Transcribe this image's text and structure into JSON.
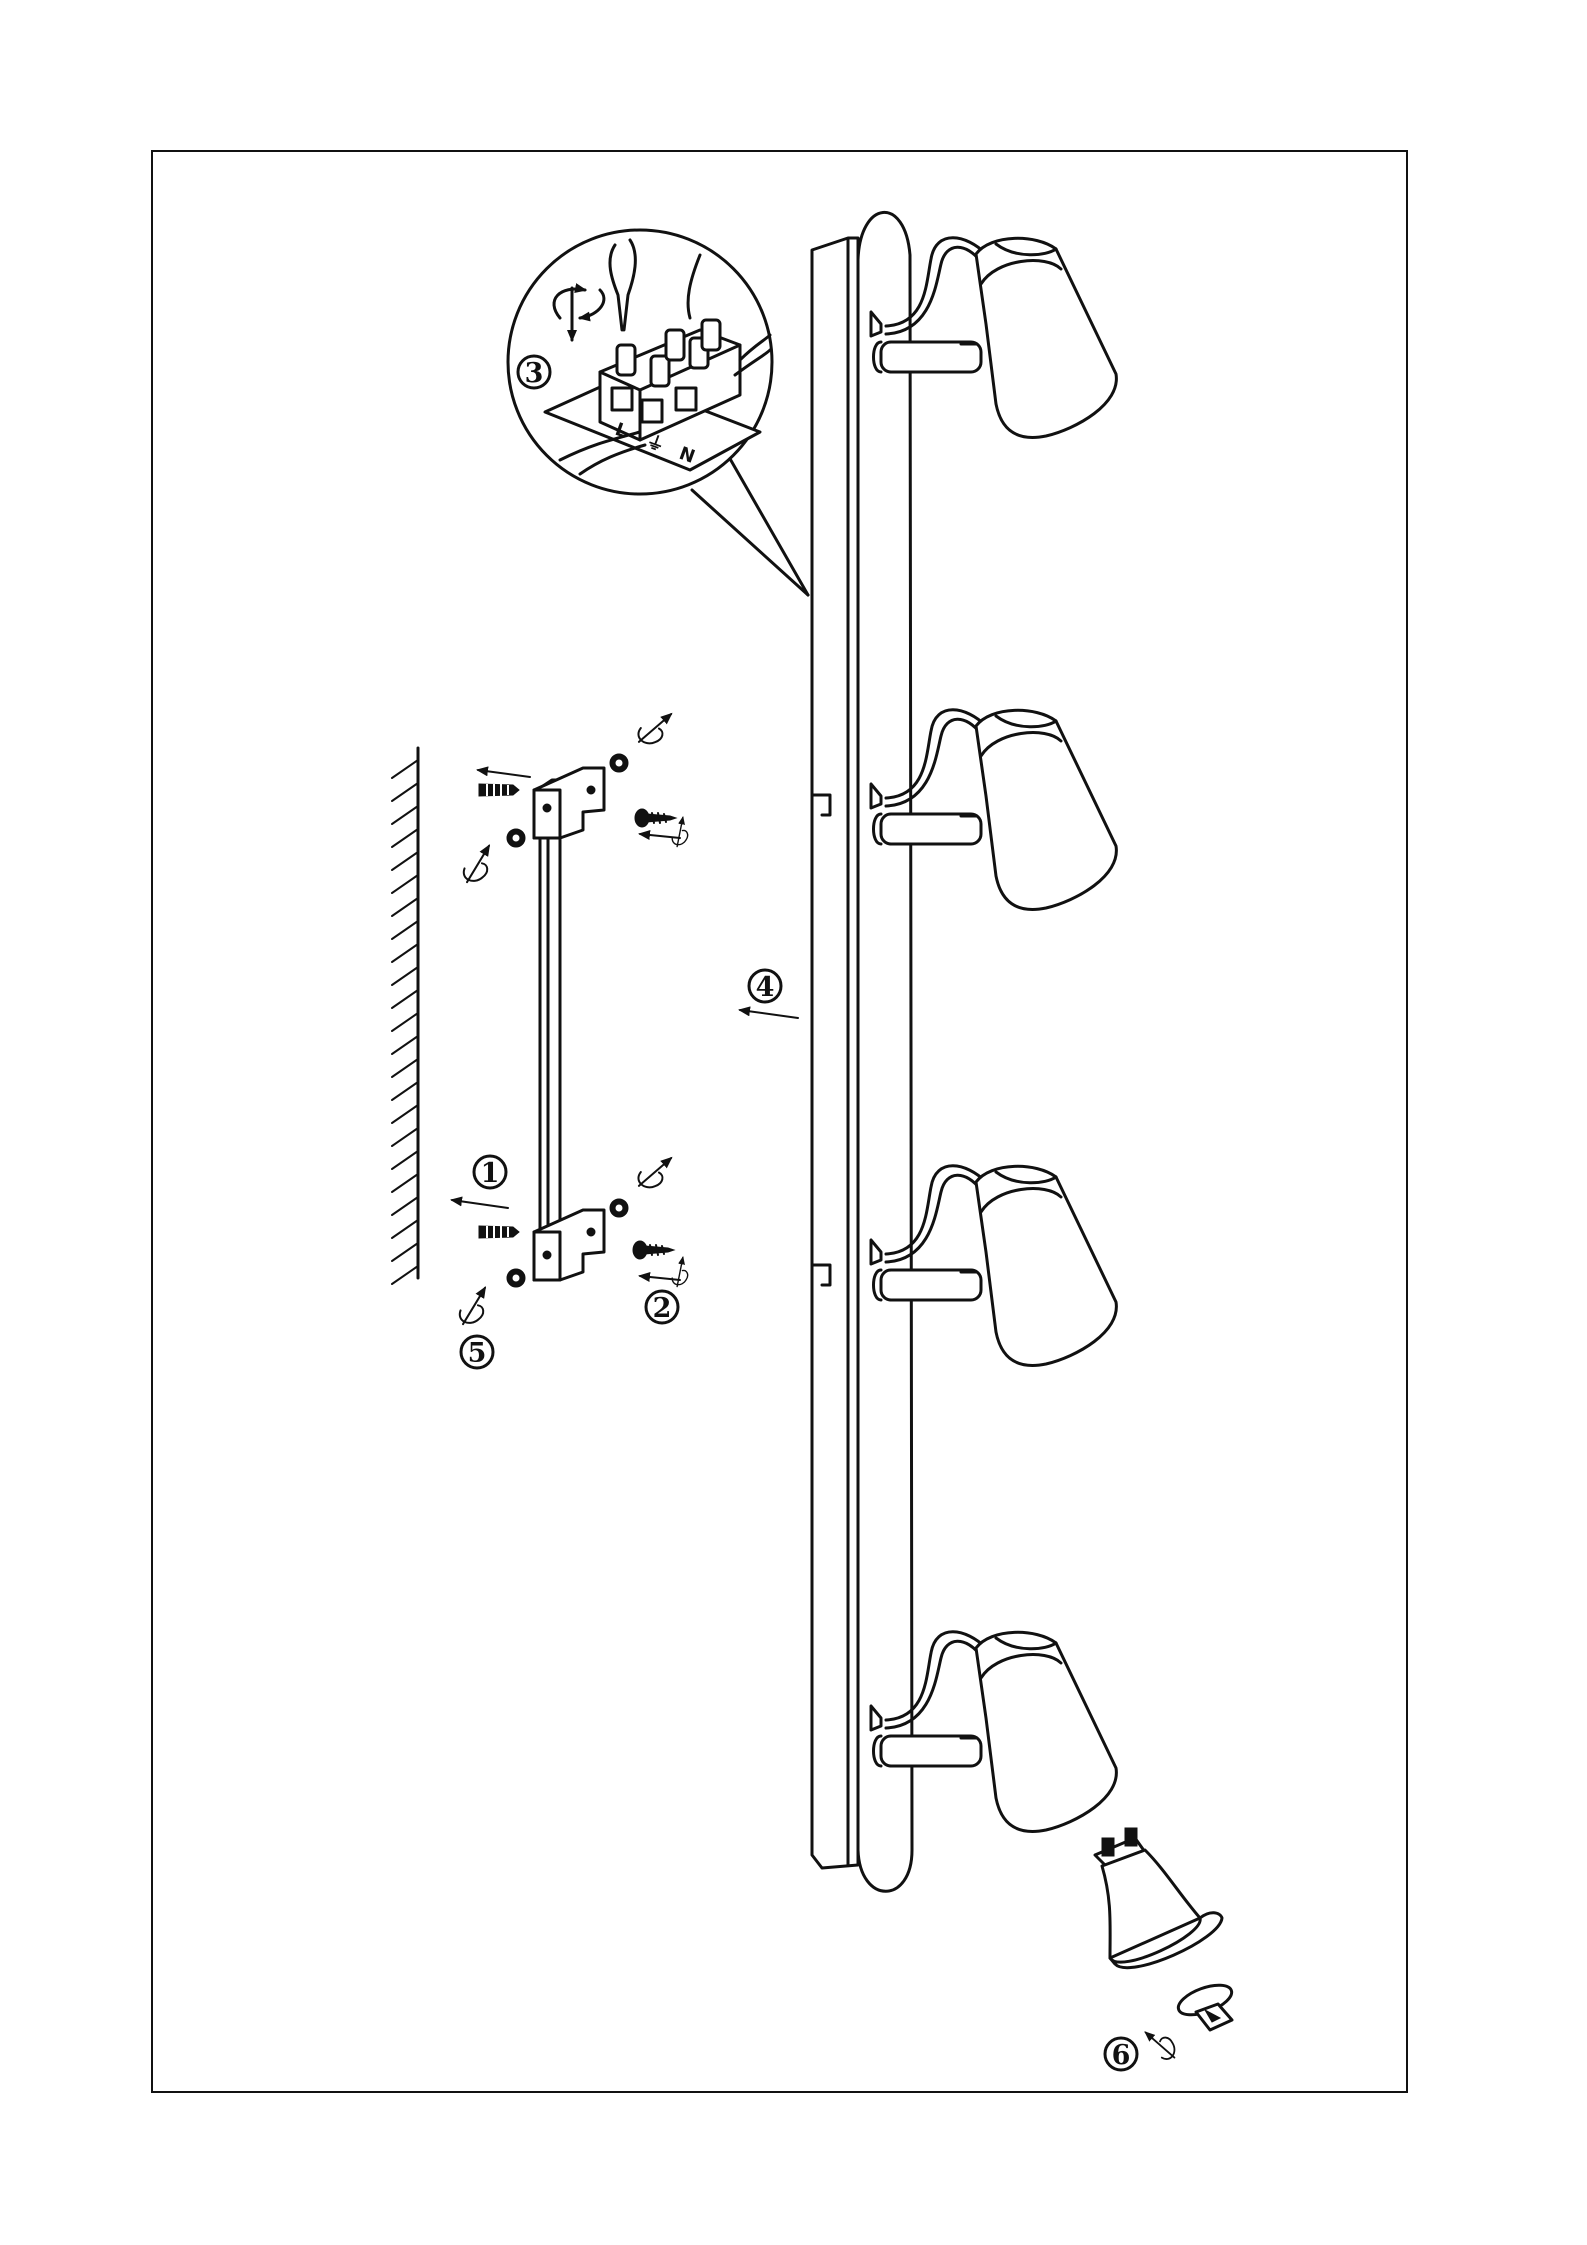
{
  "steps": [
    {
      "id": "1",
      "label": "①"
    },
    {
      "id": "2",
      "label": "②"
    },
    {
      "id": "3",
      "label": "③"
    },
    {
      "id": "4",
      "label": "④"
    },
    {
      "id": "5",
      "label": "⑤"
    },
    {
      "id": "6",
      "label": "⑥"
    }
  ],
  "terminal_block": {
    "marks": [
      "L",
      "⏚",
      "N"
    ]
  },
  "icons": {
    "arrow": "arrow-icon",
    "rotate": "rotate-icon",
    "screw": "screw-icon",
    "wall-plug": "wall-plug-icon",
    "spotlight": "spotlight-icon",
    "gu10-bulb": "bulb-icon"
  }
}
